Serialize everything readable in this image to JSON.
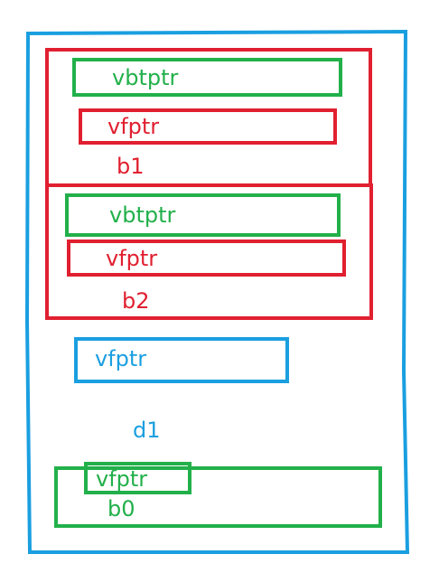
{
  "colors": {
    "blue": "#1a9fe0",
    "red": "#e02030",
    "green": "#22b04a",
    "background": "#ffffff"
  },
  "diagram": {
    "d1": {
      "label": "d1",
      "vfptr_label": "vfptr"
    },
    "b1": {
      "label": "b1",
      "vbtptr_label": "vbtptr",
      "vfptr_label": "vfptr"
    },
    "b2": {
      "label": "b2",
      "vbtptr_label": "vbtptr",
      "vfptr_label": "vfptr"
    },
    "b0": {
      "label": "b0",
      "vfptr_label": "vfptr"
    }
  }
}
